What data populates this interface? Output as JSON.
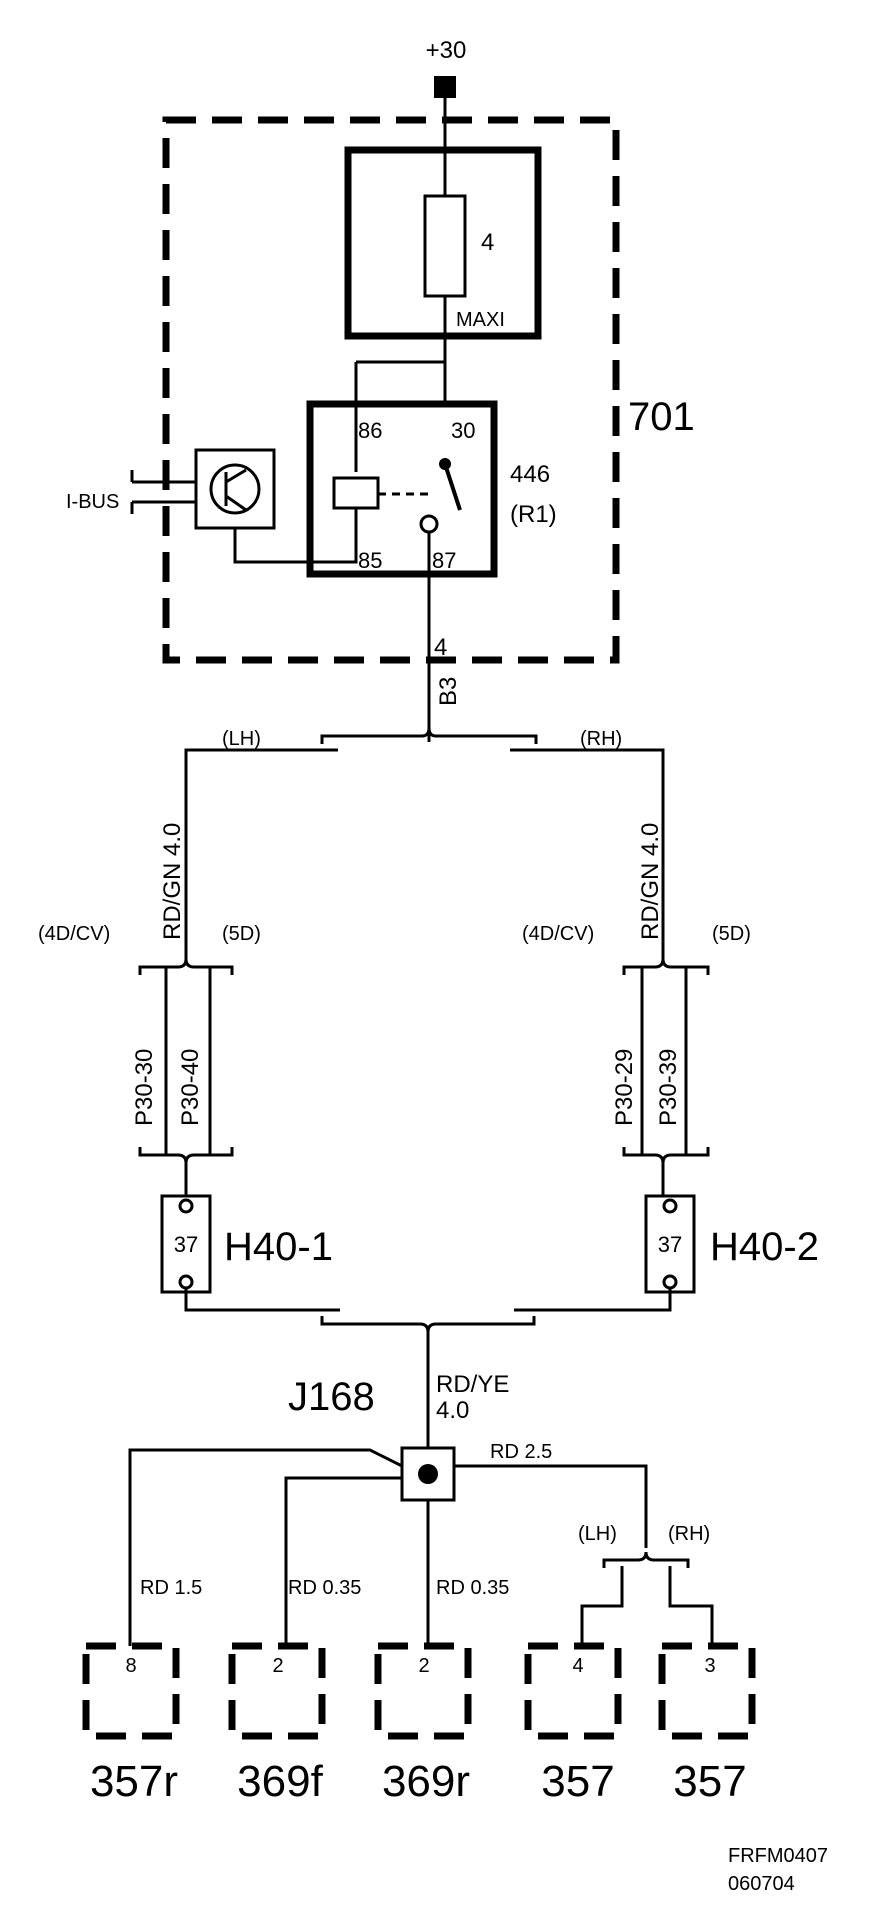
{
  "supply": {
    "label": "+30"
  },
  "module": {
    "id": "701"
  },
  "fuse": {
    "number": "4",
    "type": "MAXI"
  },
  "relay": {
    "id": "446",
    "ref": "(R1)",
    "pins": {
      "p86": "86",
      "p30": "30",
      "p85": "85",
      "p87": "87"
    }
  },
  "bus": {
    "label": "I-BUS"
  },
  "output": {
    "size": "4",
    "pin": "B3"
  },
  "split_top": {
    "left": "(LH)",
    "right": "(RH)"
  },
  "left_branch": {
    "wire": "RD/GN  4.0",
    "variant_a": "(4D/CV)",
    "variant_b": "(5D)",
    "pin_a": "P30-30",
    "pin_b": "P30-40",
    "connector_pin": "37",
    "connector": "H40-1"
  },
  "right_branch": {
    "wire": "RD/GN  4.0",
    "variant_a": "(4D/CV)",
    "variant_b": "(5D)",
    "pin_a": "P30-29",
    "pin_b": "P30-39",
    "connector_pin": "37",
    "connector": "H40-2"
  },
  "junction": {
    "id": "J168",
    "wire_color": "RD/YE",
    "wire_size": "4.0"
  },
  "feeds": {
    "rd25": "RD 2.5",
    "lh": "(LH)",
    "rh": "(RH)",
    "rd15": "RD  1.5",
    "rd035a": "RD  0.35",
    "rd035b": "RD  0.35"
  },
  "components": [
    {
      "pin": "8",
      "label": "357r"
    },
    {
      "pin": "2",
      "label": "369f"
    },
    {
      "pin": "2",
      "label": "369r"
    },
    {
      "pin": "4",
      "label": "357"
    },
    {
      "pin": "3",
      "label": "357"
    }
  ],
  "footer": {
    "code": "FRFM0407",
    "date": "060704"
  }
}
